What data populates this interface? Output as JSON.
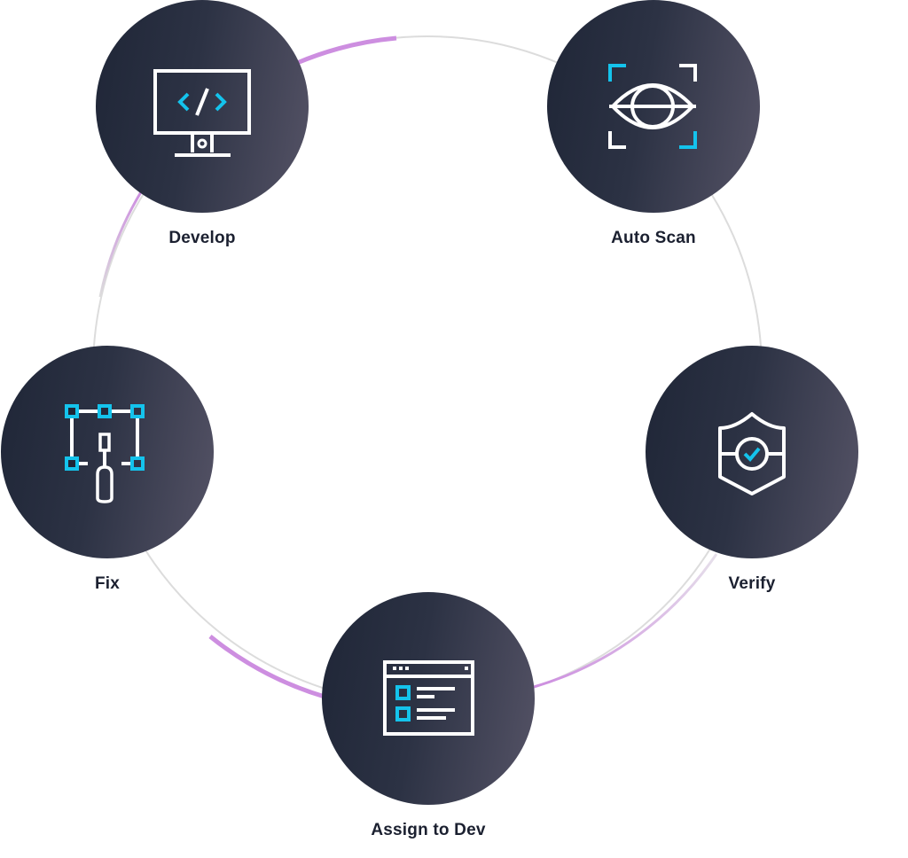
{
  "diagram": {
    "type": "cycle",
    "colors": {
      "node_dark": "#1f2637",
      "node_light": "#555366",
      "accent_cyan": "#14c3ec",
      "icon_white": "#ffffff",
      "ring_grey": "#dcdcdc",
      "ring_purple": "#cd8ee0",
      "label_text": "#1b2030"
    },
    "steps": [
      {
        "label": "Develop",
        "icon": "code-monitor-icon"
      },
      {
        "label": "Auto Scan",
        "icon": "eye-scan-icon"
      },
      {
        "label": "Verify",
        "icon": "shield-check-icon"
      },
      {
        "label": "Assign to Dev",
        "icon": "task-window-icon"
      },
      {
        "label": "Fix",
        "icon": "bezier-tool-icon"
      }
    ]
  }
}
